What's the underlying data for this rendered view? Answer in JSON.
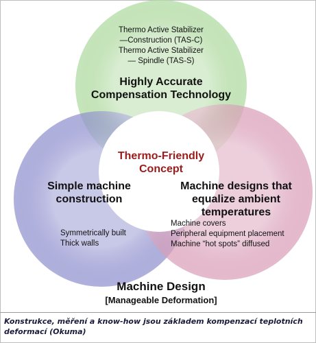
{
  "diagram": {
    "top_circle": {
      "details": [
        "Thermo Active Stabilizer",
        "—Construction (TAS-C)",
        "Thermo Active Stabilizer",
        "— Spindle (TAS-S)"
      ],
      "heading": [
        "Highly Accurate",
        "Compensation Technology"
      ],
      "color": "#9ed08e"
    },
    "left_circle": {
      "heading": [
        "Simple machine",
        "construction"
      ],
      "details": [
        "Symmetrically built",
        "Thick walls"
      ],
      "color": "#7f7fc4"
    },
    "right_circle": {
      "heading": [
        "Machine designs that",
        "equalize ambient",
        "temperatures"
      ],
      "details": [
        "Machine covers",
        "Peripheral equipment placement",
        "Machine “hot spots” diffused"
      ],
      "color": "#d595b0"
    },
    "center": {
      "label": [
        "Thermo-Friendly",
        "Concept"
      ],
      "color": "#9b1b1b"
    },
    "bottom": {
      "title": "Machine Design",
      "subtitle": "[Manageable Deformation]"
    }
  },
  "caption": {
    "line1": "Konstrukce, měření a know-how jsou základem kompenzací teplotních",
    "line2": "deformací (Okuma)"
  }
}
